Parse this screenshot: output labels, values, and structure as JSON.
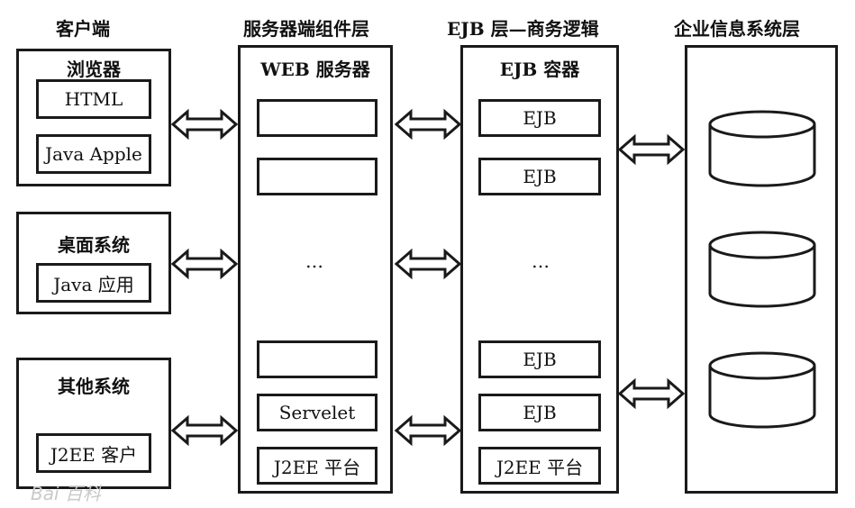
{
  "headers": {
    "client": "客户端",
    "web_tier": "服务器端组件层",
    "ejb_tier": "EJB 层—商务逻辑",
    "eis_tier": "企业信息系统层"
  },
  "client": {
    "browser": {
      "title": "浏览器",
      "items": [
        "HTML",
        "Java Apple"
      ]
    },
    "desktop": {
      "title": "桌面系统",
      "items": [
        "Java 应用"
      ]
    },
    "other": {
      "title": "其他系统",
      "items": [
        "J2EE 客户"
      ]
    }
  },
  "web": {
    "title": "WEB 服务器",
    "ellipsis": "…",
    "servlet": "Servelet",
    "platform": "J2EE 平台"
  },
  "ejb": {
    "title": "EJB 容器",
    "ellipsis": "…",
    "components": [
      "EJB",
      "EJB",
      "EJB",
      "EJB"
    ],
    "platform": "J2EE 平台"
  },
  "eis": {
    "databases": 3
  },
  "watermark": "Bai 百科"
}
